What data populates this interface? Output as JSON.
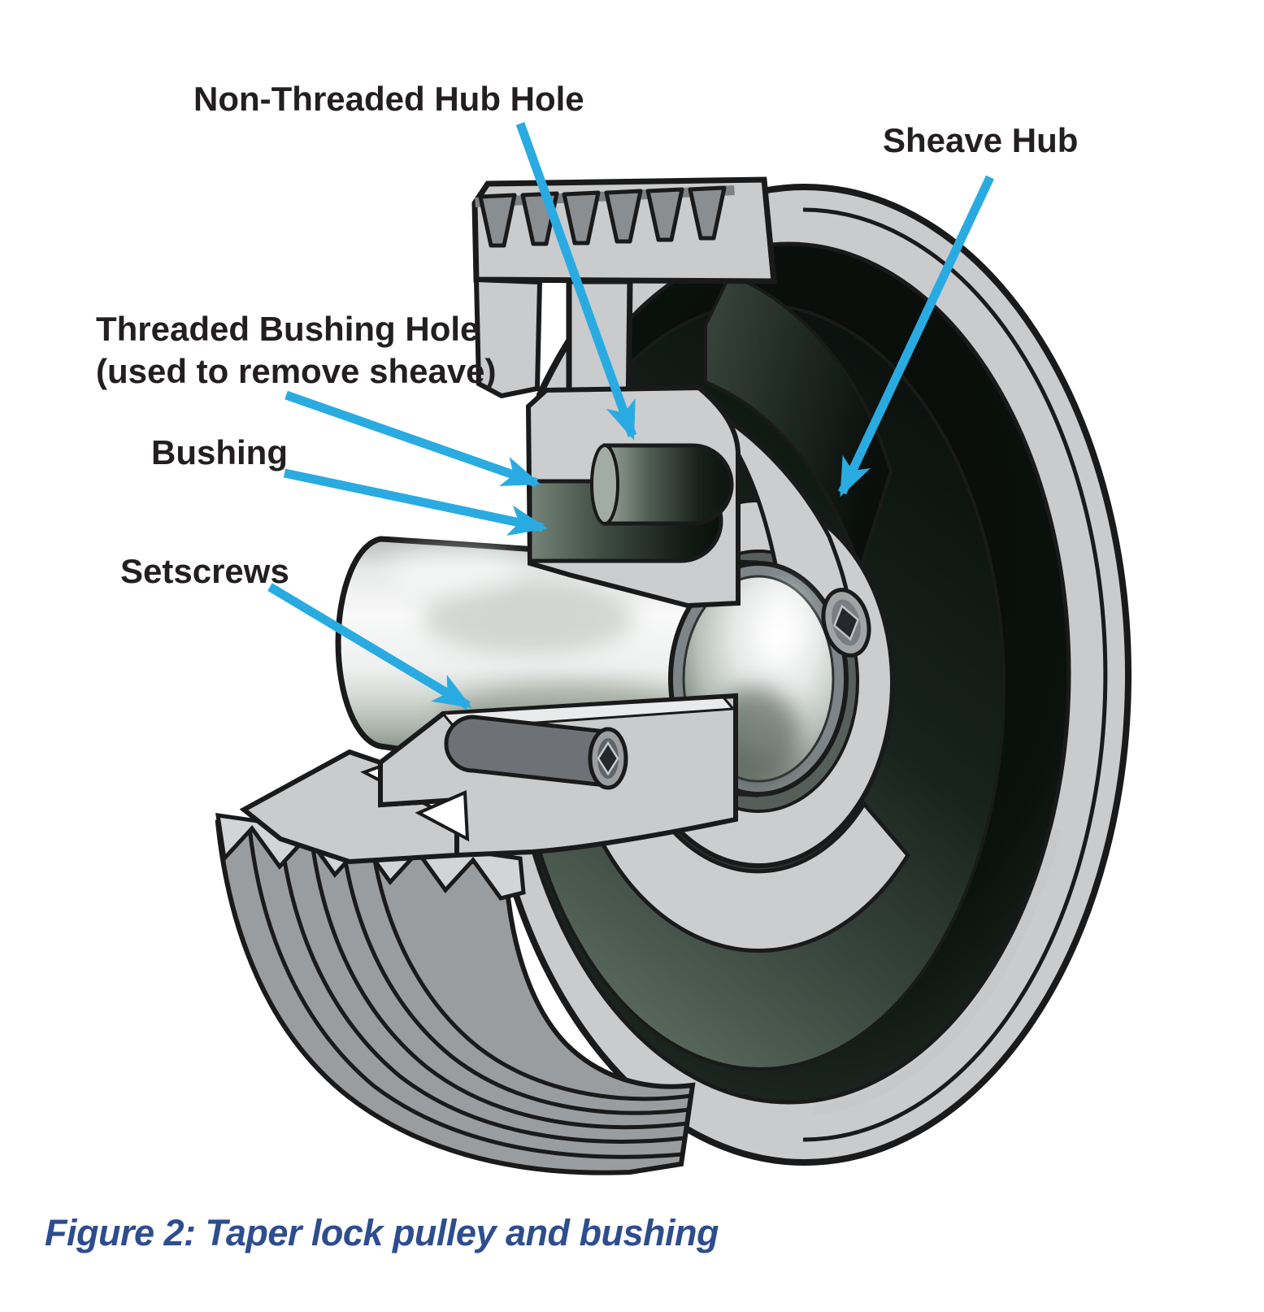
{
  "figure": {
    "caption": "Figure 2: Taper lock pulley and bushing",
    "type": "technical cutaway illustration",
    "subject": "taper lock pulley (sheave) with taper bushing mounted on a shaft"
  },
  "annotations": [
    {
      "id": "non-threaded-hub-hole",
      "label": "Non-Threaded Hub Hole"
    },
    {
      "id": "sheave-hub",
      "label": "Sheave Hub"
    },
    {
      "id": "threaded-bushing-hole",
      "label": "Threaded Bushing Hole",
      "label_line2": "(used to remove sheave)"
    },
    {
      "id": "bushing",
      "label": "Bushing"
    },
    {
      "id": "setscrews",
      "label": "Setscrews"
    }
  ],
  "colors": {
    "background": "#FFFFFF",
    "arrow_blue": "#29ABE2",
    "caption_blue": "#2E4D8E",
    "label_black": "#231F20",
    "outline_black": "#1A1A1A",
    "body_light_gray": "#C9CBCD",
    "body_mid_gray": "#9A9DA0",
    "groove_face_gray": "#8A8E91",
    "interior_dark": "#0B100D",
    "face_green": "#5E6E62",
    "metal_light": "#F7F8F8",
    "metal_dark": "#3A473D"
  }
}
